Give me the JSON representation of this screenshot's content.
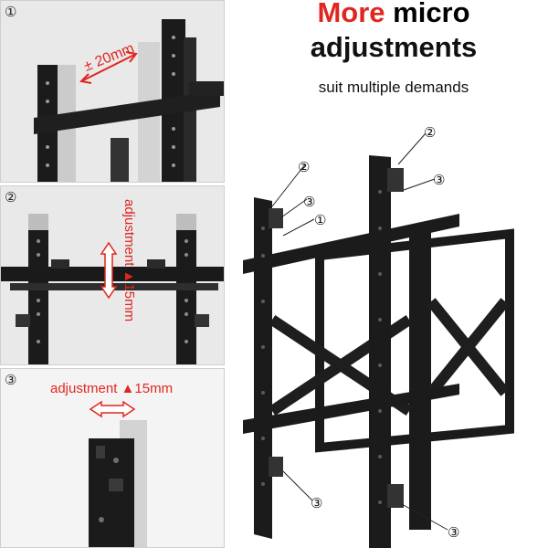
{
  "title": {
    "highlight": "More",
    "rest": "micro",
    "line2": "adjustments"
  },
  "subtitle": "suit multiple demands",
  "panels": [
    {
      "number": "①",
      "annotation": "± 20mm"
    },
    {
      "number": "②",
      "annotation": "adjustment ▲15mm"
    },
    {
      "number": "③",
      "annotation": "adjustment ▲15mm"
    }
  ],
  "callouts": {
    "c1": "①",
    "c2": "②",
    "c3": "③"
  },
  "colors": {
    "accent": "#e0261f",
    "metal": "#1b1b1b",
    "panel_bg": "#e9e9e9"
  }
}
